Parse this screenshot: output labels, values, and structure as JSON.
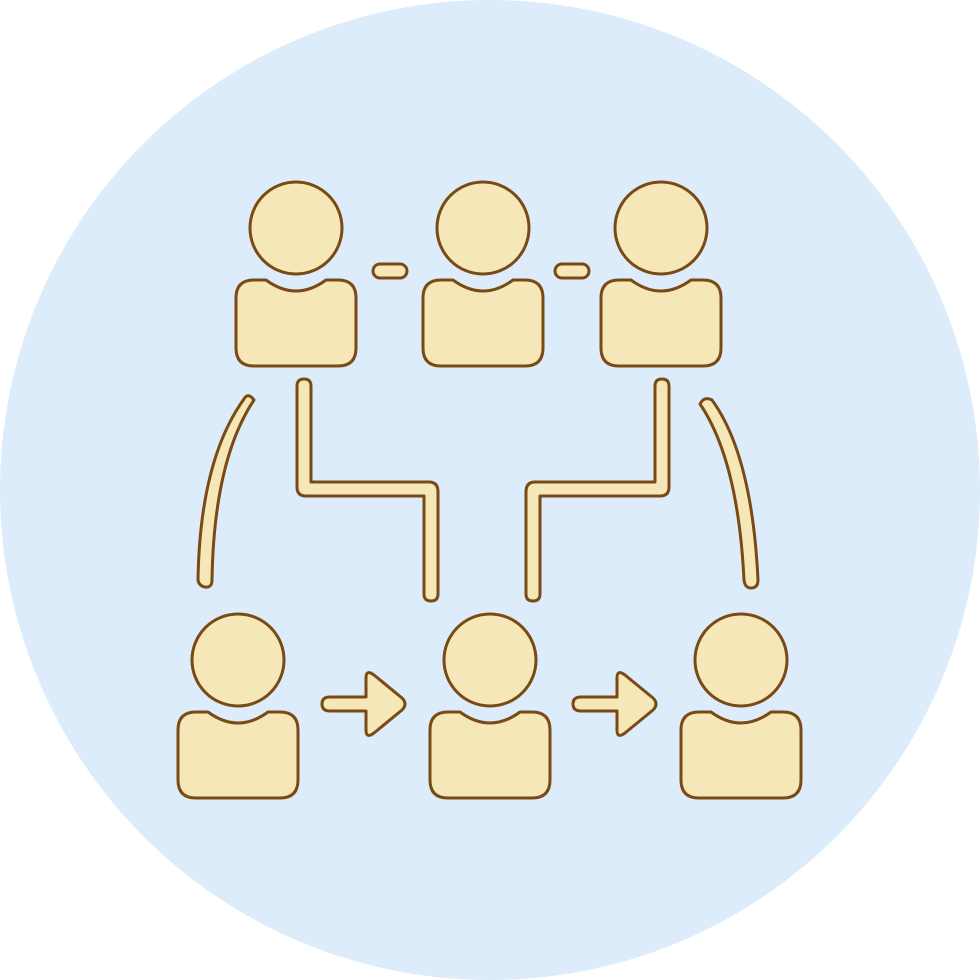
{
  "icon": {
    "name": "team-workflow-icon",
    "colors": {
      "background_circle": "#dcecfb",
      "fill": "#f5e7b8",
      "stroke": "#7a4a14"
    },
    "people_top_row": 3,
    "people_bottom_row": 3,
    "arrows": 2
  }
}
